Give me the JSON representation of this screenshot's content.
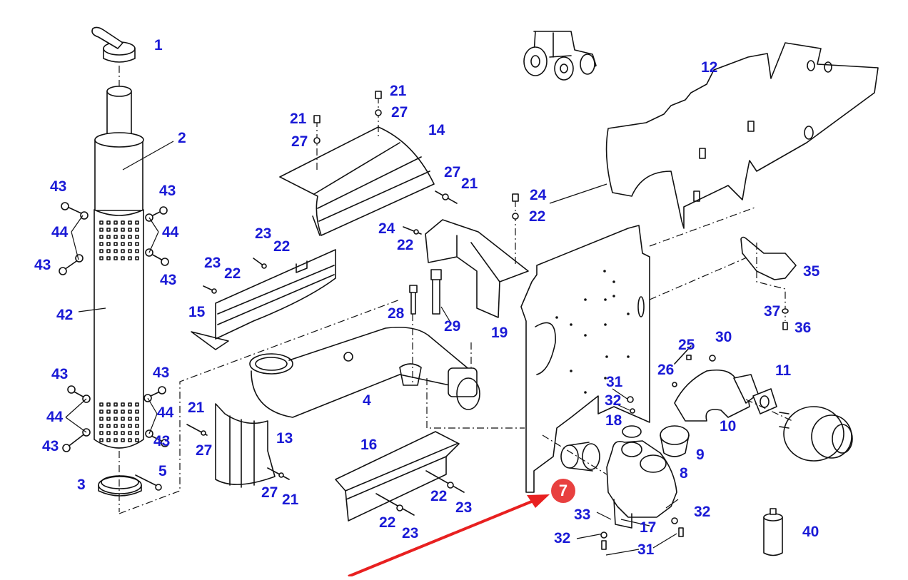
{
  "diagram": {
    "title": "Exhaust system exploded parts diagram",
    "label_color": "#1a1ad6",
    "highlight": {
      "part_number": "7",
      "color": "#e8403f",
      "arrow_color": "#e82020"
    },
    "vehicle_icon": "tractor-icon",
    "callouts": [
      {
        "id": "c1",
        "text": "1"
      },
      {
        "id": "c2",
        "text": "2"
      },
      {
        "id": "c3",
        "text": "3"
      },
      {
        "id": "c4",
        "text": "4"
      },
      {
        "id": "c5",
        "text": "5"
      },
      {
        "id": "c8",
        "text": "8"
      },
      {
        "id": "c9",
        "text": "9"
      },
      {
        "id": "c10",
        "text": "10"
      },
      {
        "id": "c11",
        "text": "11"
      },
      {
        "id": "c12",
        "text": "12"
      },
      {
        "id": "c13",
        "text": "13"
      },
      {
        "id": "c14",
        "text": "14"
      },
      {
        "id": "c15",
        "text": "15"
      },
      {
        "id": "c16",
        "text": "16"
      },
      {
        "id": "c17",
        "text": "17"
      },
      {
        "id": "c18",
        "text": "18"
      },
      {
        "id": "c19",
        "text": "19"
      },
      {
        "id": "c21a",
        "text": "21"
      },
      {
        "id": "c21b",
        "text": "21"
      },
      {
        "id": "c21c",
        "text": "21"
      },
      {
        "id": "c21d",
        "text": "21"
      },
      {
        "id": "c21e",
        "text": "21"
      },
      {
        "id": "c22a",
        "text": "22"
      },
      {
        "id": "c22b",
        "text": "22"
      },
      {
        "id": "c22c",
        "text": "22"
      },
      {
        "id": "c22d",
        "text": "22"
      },
      {
        "id": "c22e",
        "text": "22"
      },
      {
        "id": "c22f",
        "text": "22"
      },
      {
        "id": "c23a",
        "text": "23"
      },
      {
        "id": "c23b",
        "text": "23"
      },
      {
        "id": "c23c",
        "text": "23"
      },
      {
        "id": "c23d",
        "text": "23"
      },
      {
        "id": "c24a",
        "text": "24"
      },
      {
        "id": "c24b",
        "text": "24"
      },
      {
        "id": "c25",
        "text": "25"
      },
      {
        "id": "c26",
        "text": "26"
      },
      {
        "id": "c27a",
        "text": "27"
      },
      {
        "id": "c27b",
        "text": "27"
      },
      {
        "id": "c27c",
        "text": "27"
      },
      {
        "id": "c27d",
        "text": "27"
      },
      {
        "id": "c27e",
        "text": "27"
      },
      {
        "id": "c28",
        "text": "28"
      },
      {
        "id": "c29",
        "text": "29"
      },
      {
        "id": "c30",
        "text": "30"
      },
      {
        "id": "c31a",
        "text": "31"
      },
      {
        "id": "c31b",
        "text": "31"
      },
      {
        "id": "c32a",
        "text": "32"
      },
      {
        "id": "c32b",
        "text": "32"
      },
      {
        "id": "c32c",
        "text": "32"
      },
      {
        "id": "c33",
        "text": "33"
      },
      {
        "id": "c35",
        "text": "35"
      },
      {
        "id": "c36",
        "text": "36"
      },
      {
        "id": "c37",
        "text": "37"
      },
      {
        "id": "c40",
        "text": "40"
      },
      {
        "id": "c42",
        "text": "42"
      },
      {
        "id": "c43a",
        "text": "43"
      },
      {
        "id": "c43b",
        "text": "43"
      },
      {
        "id": "c43c",
        "text": "43"
      },
      {
        "id": "c43d",
        "text": "43"
      },
      {
        "id": "c43e",
        "text": "43"
      },
      {
        "id": "c43f",
        "text": "43"
      },
      {
        "id": "c43g",
        "text": "43"
      },
      {
        "id": "c43h",
        "text": "43"
      },
      {
        "id": "c44a",
        "text": "44"
      },
      {
        "id": "c44b",
        "text": "44"
      },
      {
        "id": "c44c",
        "text": "44"
      },
      {
        "id": "c44d",
        "text": "44"
      }
    ]
  }
}
